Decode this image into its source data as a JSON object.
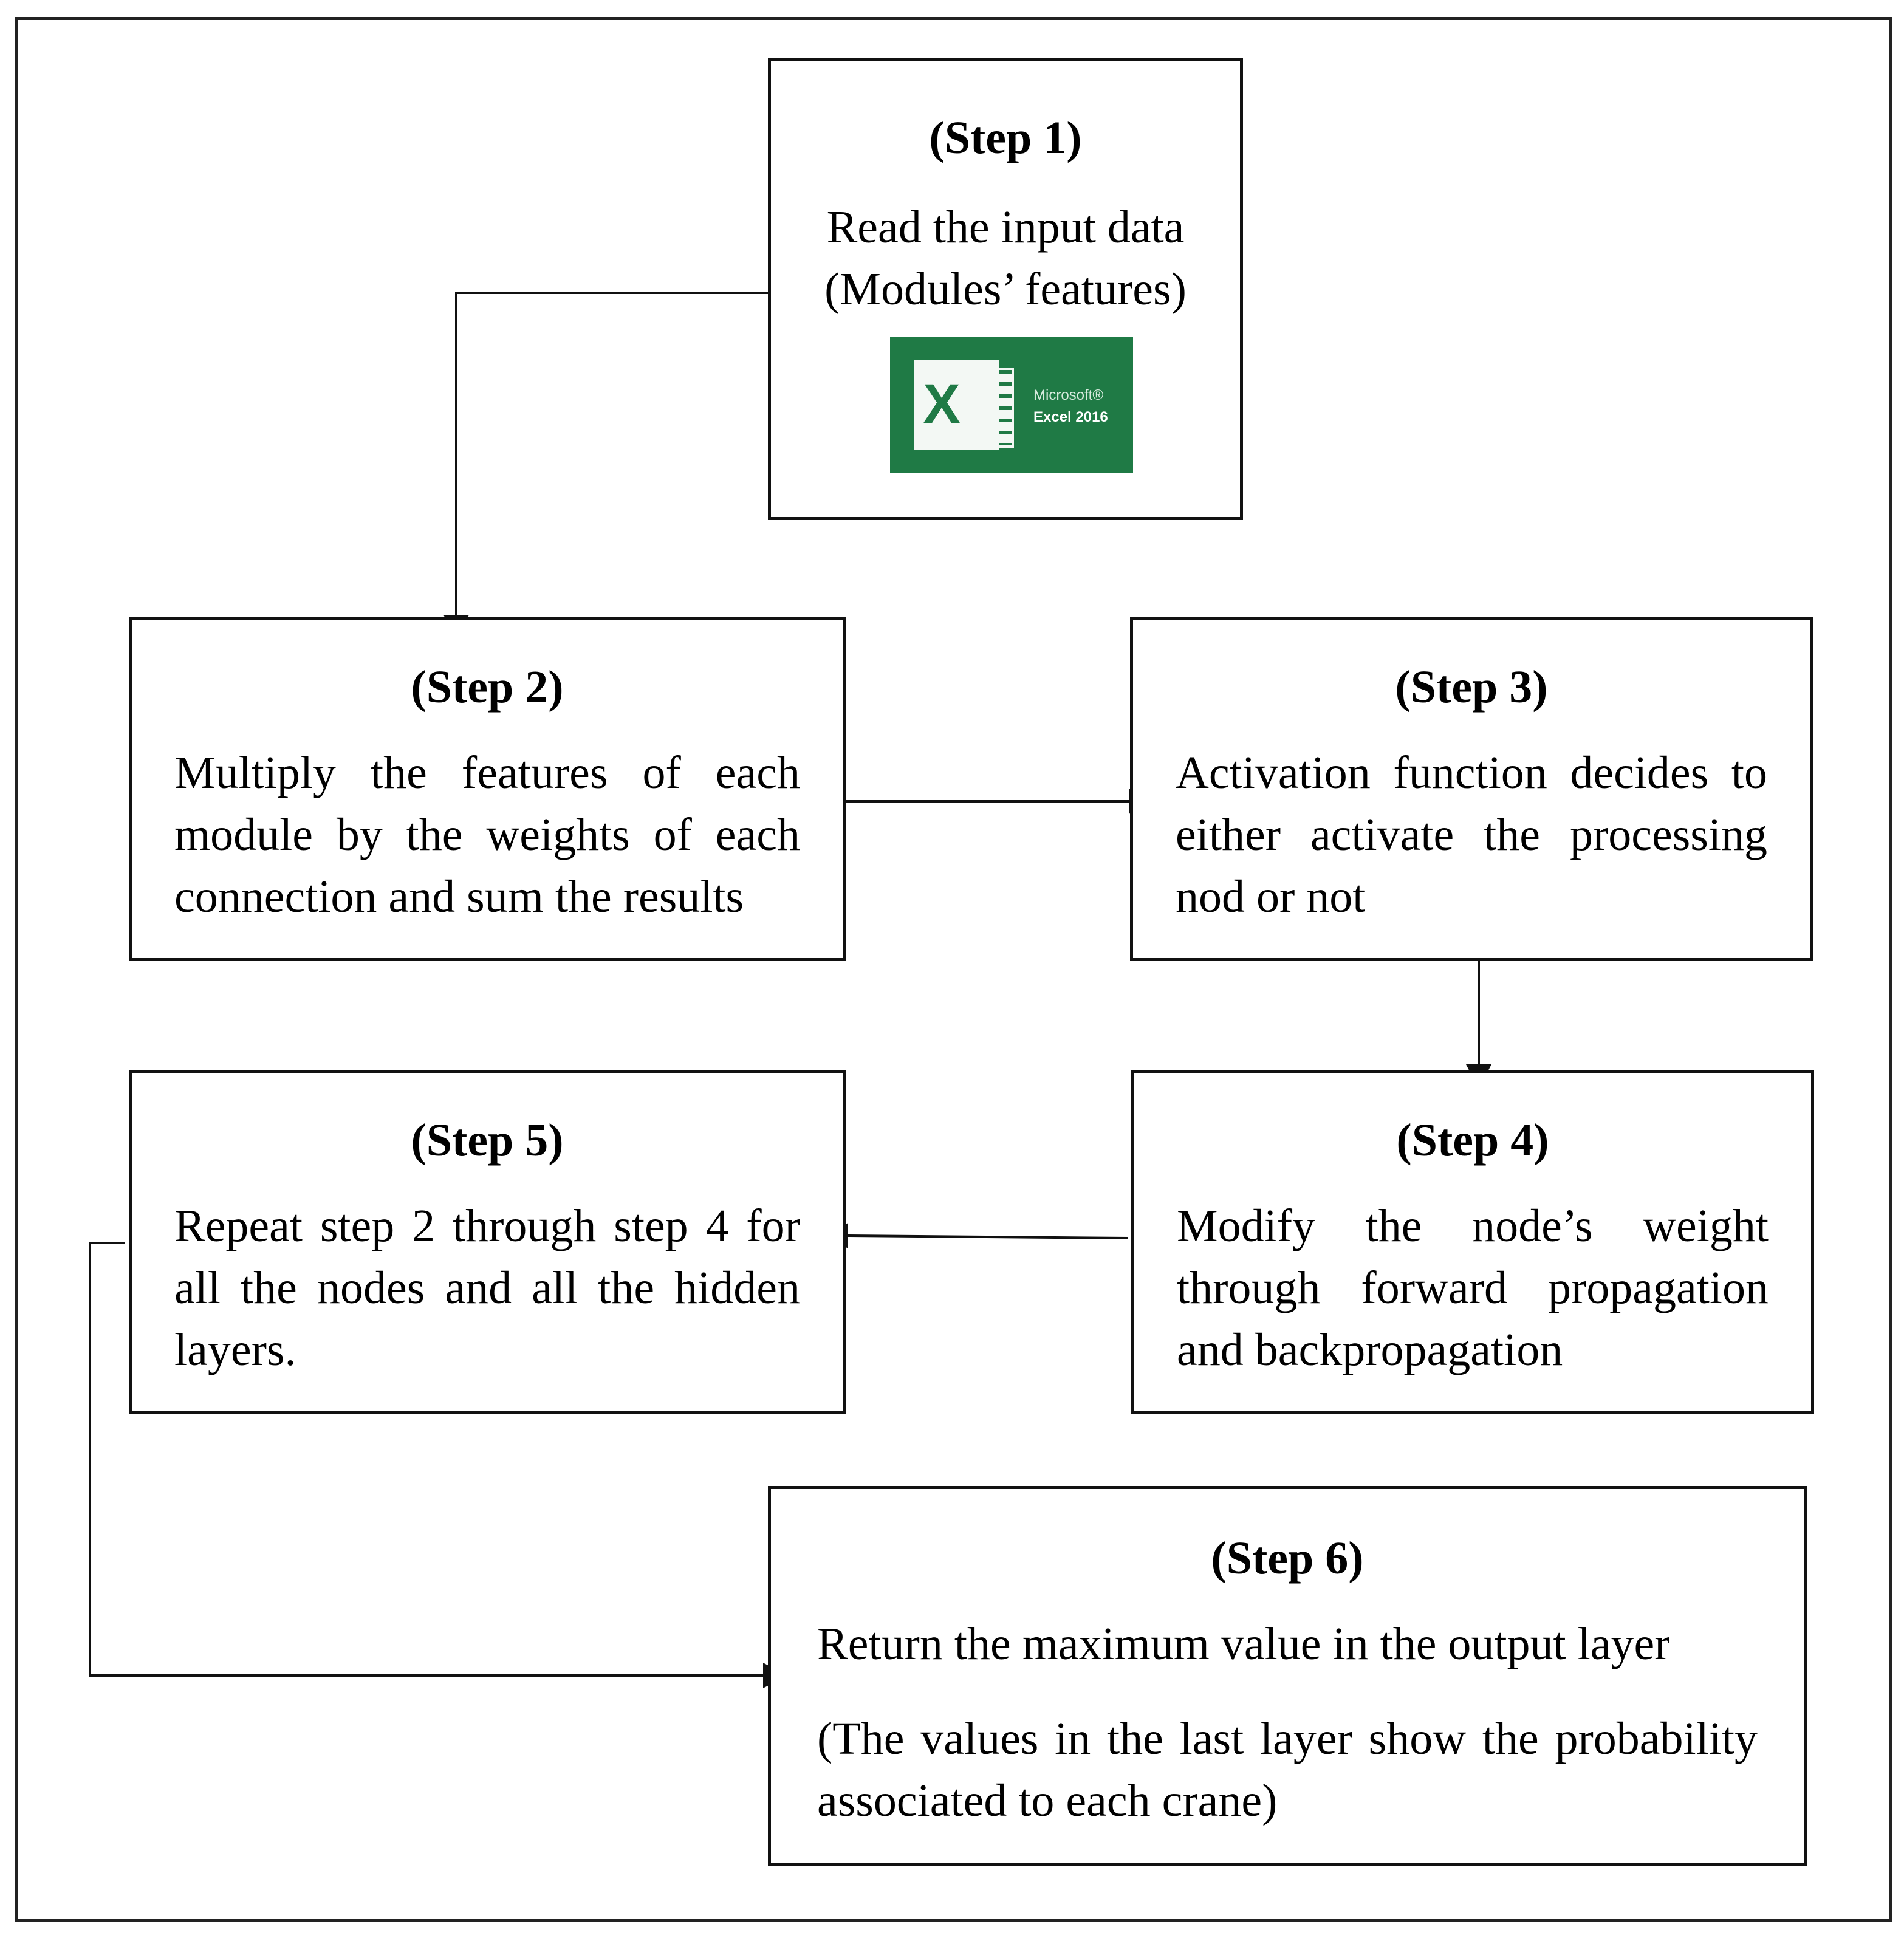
{
  "steps": {
    "step1": {
      "title": "(Step 1)",
      "line1": "Read the input data",
      "line2": "(Modules’ features)",
      "logo": {
        "icon": "excel-icon",
        "brand_line1": "Microsoft®",
        "brand_line2": "Excel 2016",
        "color": "#1f7a45"
      }
    },
    "step2": {
      "title": "(Step 2)",
      "text": "Multiply the features of each module by the weights of each connection and sum the results"
    },
    "step3": {
      "title": "(Step 3)",
      "text": "Activation function decides to either activate the processing nod or not"
    },
    "step4": {
      "title": "(Step 4)",
      "text": "Modify the node’s weight through forward propagation and backpropagation"
    },
    "step5": {
      "title": "(Step 5)",
      "text": "Repeat step 2 through step 4 for all the nodes and all the hidden layers."
    },
    "step6": {
      "title": "(Step 6)",
      "text": "Return the maximum value in the output layer",
      "note": "(The values in the last layer show the probability associated to each crane)"
    }
  }
}
